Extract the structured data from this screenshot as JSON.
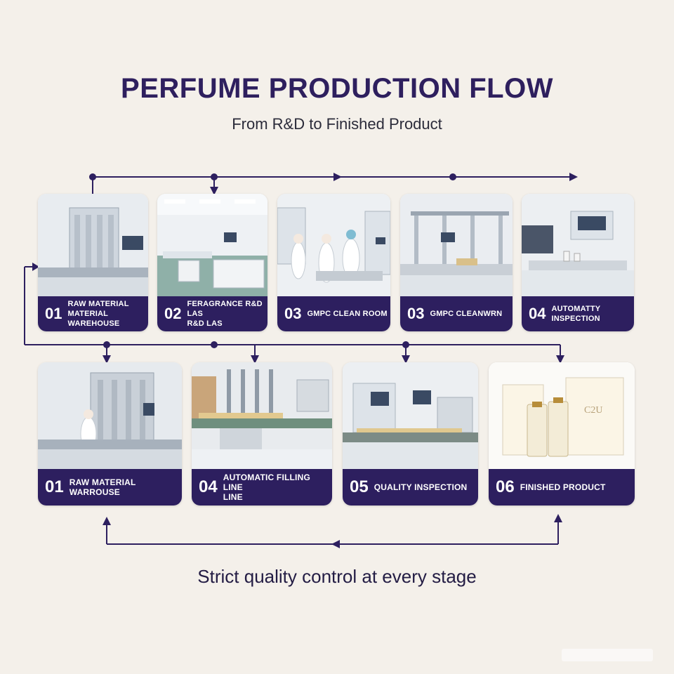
{
  "title": "PERFUME PRODUCTION FLOW",
  "subtitle": "From R&D to Finished Product",
  "footer": "Strict quality control at every stage",
  "colors": {
    "accent": "#2d1f5f",
    "background": "#f4f0ea"
  },
  "row1": [
    {
      "num": "01",
      "line1": "RAW MATERIAL MATERIAL",
      "line2": "WAREHOUSE"
    },
    {
      "num": "02",
      "line1": "FERAGRANCE R&D LAS",
      "line2": "R&D LAS"
    },
    {
      "num": "03",
      "line1": "GMPC CLEAN ROOM",
      "line2": ""
    },
    {
      "num": "03",
      "line1": "GMPC CLEANWRN",
      "line2": ""
    },
    {
      "num": "04",
      "line1": "AUTOMATTY INSPECTION",
      "line2": ""
    }
  ],
  "row2": [
    {
      "num": "01",
      "line1": "RAW MATERIAL WARROUSE",
      "line2": ""
    },
    {
      "num": "04",
      "line1": "AUTOMATIC FILLING LINE",
      "line2": "LINE"
    },
    {
      "num": "05",
      "line1": "QUALITY INSPECTION",
      "line2": ""
    },
    {
      "num": "06",
      "line1": "FINISHED PRODUCT",
      "line2": ""
    }
  ],
  "product_box_text": "C2U"
}
